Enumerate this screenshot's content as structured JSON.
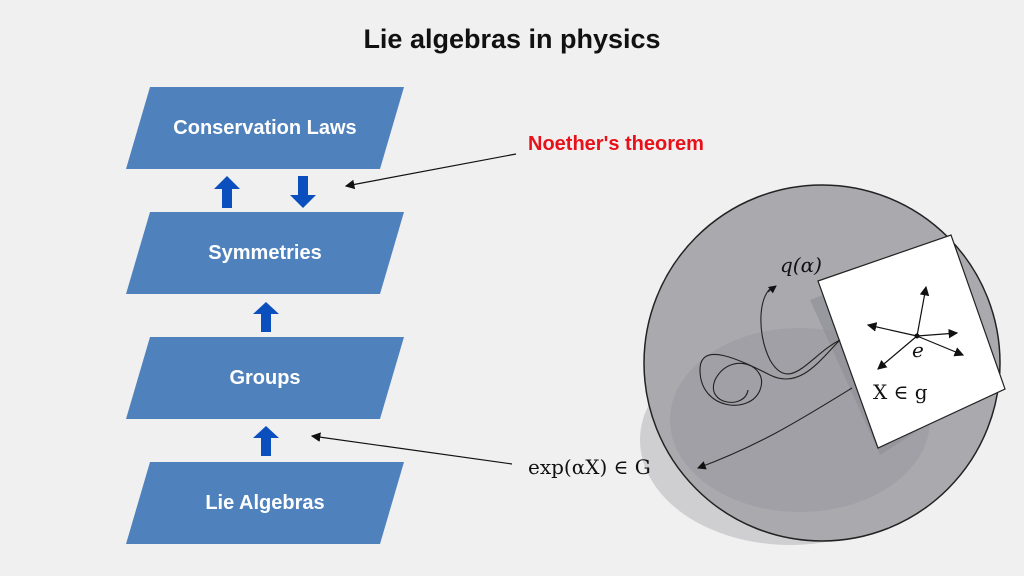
{
  "title": "Lie algebras in physics",
  "flow": {
    "boxes": [
      {
        "label": "Conservation Laws"
      },
      {
        "label": "Symmetries"
      },
      {
        "label": "Groups"
      },
      {
        "label": "Lie Algebras"
      }
    ],
    "arrows": [
      {
        "between": "Symmetries->Conservation Laws",
        "direction": "up"
      },
      {
        "between": "Conservation Laws->Symmetries",
        "direction": "down"
      },
      {
        "between": "Groups->Symmetries",
        "direction": "up"
      },
      {
        "between": "Lie Algebras->Groups",
        "direction": "up"
      }
    ],
    "box_color": "#4f81bd",
    "arrow_color": "#0b4fbf"
  },
  "annotations": {
    "noether": {
      "text": "Noether's theorem",
      "color": "#e8111a"
    },
    "exp": {
      "text": "exp(αX) ∈ G"
    }
  },
  "figure": {
    "curve_label": "q(α)",
    "identity_label": "e",
    "algebra_label": "X ∈ g",
    "sphere_color": "#a9a9ae",
    "plane_color": "#ffffff"
  }
}
